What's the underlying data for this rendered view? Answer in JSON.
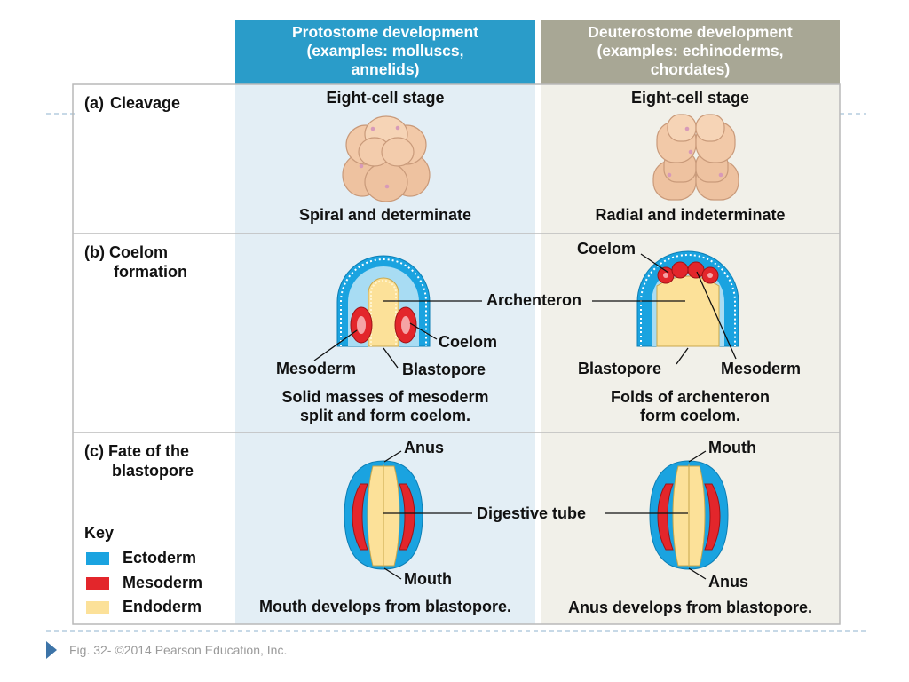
{
  "headers": {
    "protostome": [
      "Protostome development",
      "(examples: molluscs,",
      "annelids)"
    ],
    "deuterostome": [
      "Deuterostome development",
      "(examples: echinoderms,",
      "chordates)"
    ]
  },
  "rows": {
    "a": {
      "letter": "(a)",
      "label": "Cleavage"
    },
    "b": {
      "letter": "(b)",
      "label_lines": [
        "Coelom",
        "formation"
      ]
    },
    "c": {
      "letter": "(c)",
      "label_lines": [
        "Fate of the",
        "blastopore"
      ]
    }
  },
  "cleavage": {
    "left_title": "Eight-cell stage",
    "right_title": "Eight-cell stage",
    "left_caption": "Spiral and determinate",
    "right_caption": "Radial and indeterminate"
  },
  "coelom": {
    "archenteron": "Archenteron",
    "left_coelom": "Coelom",
    "left_mesoderm": "Mesoderm",
    "left_blastopore": "Blastopore",
    "right_coelom": "Coelom",
    "right_blastopore": "Blastopore",
    "right_mesoderm": "Mesoderm",
    "left_caption": [
      "Solid masses of mesoderm",
      "split and form coelom."
    ],
    "right_caption": [
      "Folds of archenteron",
      "form coelom."
    ]
  },
  "fate": {
    "digestive_tube": "Digestive tube",
    "left_top": "Anus",
    "left_bottom": "Mouth",
    "right_top": "Mouth",
    "right_bottom": "Anus",
    "left_caption": "Mouth develops from blastopore.",
    "right_caption": "Anus develops from blastopore."
  },
  "key": {
    "title": "Key",
    "items": [
      {
        "label": "Ectoderm",
        "color": "#1aa3e0"
      },
      {
        "label": "Mesoderm",
        "color": "#e3262b"
      },
      {
        "label": "Endoderm",
        "color": "#fce199"
      }
    ]
  },
  "footer": "Fig. 32-  ©2014 Pearson Education, Inc.",
  "colors": {
    "protostome_header": "#2a9cc9",
    "deuterostome_header": "#a8a795",
    "protostome_bg": "#e3eef5",
    "deuterostome_bg": "#f1f0e9",
    "ectoderm": "#1aa3e0",
    "mesoderm": "#e3262b",
    "endoderm": "#fce199",
    "embryo_cell": "#f0c3a0"
  }
}
